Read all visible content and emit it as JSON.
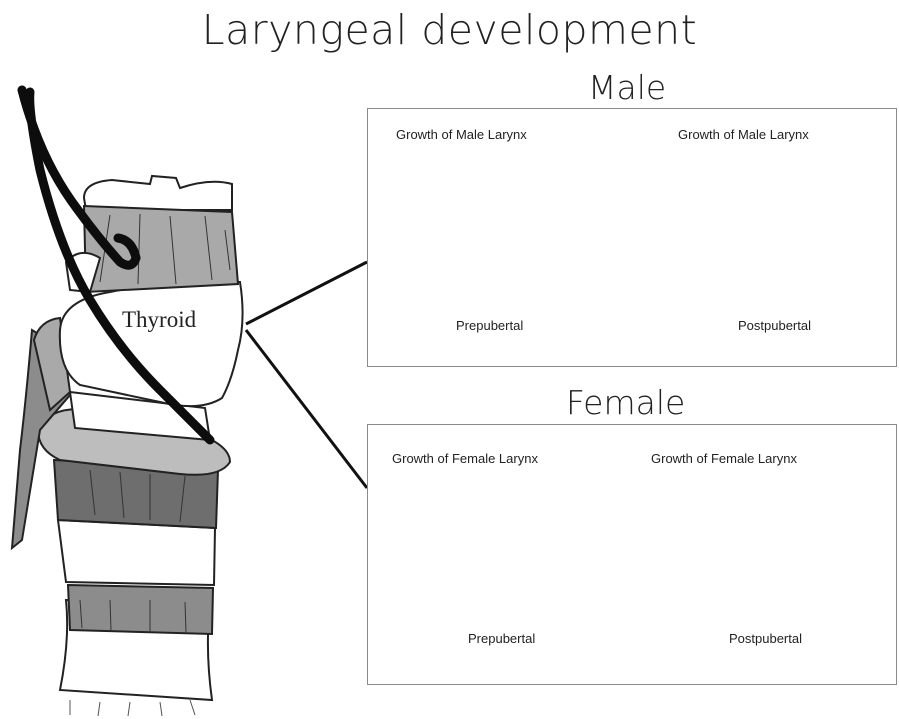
{
  "title": "Laryngeal development",
  "anatomy_label": "Thyroid",
  "male": {
    "heading": "Male",
    "left_caption": "Growth of Male Larynx",
    "right_caption": "Growth of Male Larynx",
    "left_stage": "Prepubertal",
    "right_stage": "Postpubertal"
  },
  "female": {
    "heading": "Female",
    "left_caption": "Growth of Female Larynx",
    "right_caption": "Growth of Female Larynx",
    "left_stage": "Prepubertal",
    "right_stage": "Postpubertal"
  },
  "colors": {
    "cartilage_fill": "#444444",
    "mid_gray": "#a9a9a9",
    "dark_gray": "#6e6e6e",
    "outline": "#111111"
  }
}
